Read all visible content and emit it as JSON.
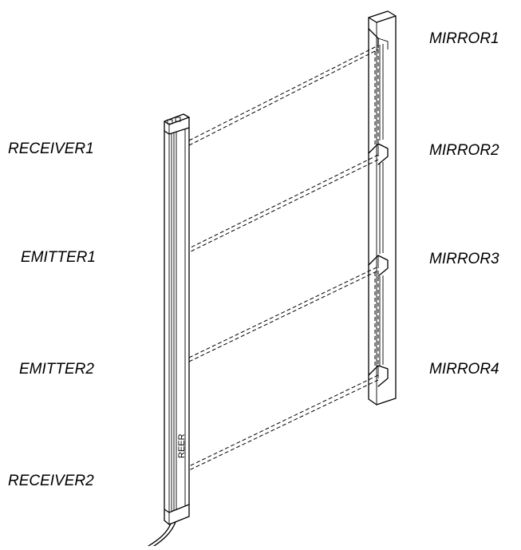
{
  "labels": {
    "mirror1": "MIRROR1",
    "mirror2": "MIRROR2",
    "mirror3": "MIRROR3",
    "mirror4": "MIRROR4",
    "receiver1": "RECEIVER1",
    "emitter1": "EMITTER1",
    "emitter2": "EMITTER2",
    "receiver2": "RECEIVER2"
  },
  "device_brand": "REER",
  "colors": {
    "line": "#000000",
    "background": "#ffffff"
  }
}
